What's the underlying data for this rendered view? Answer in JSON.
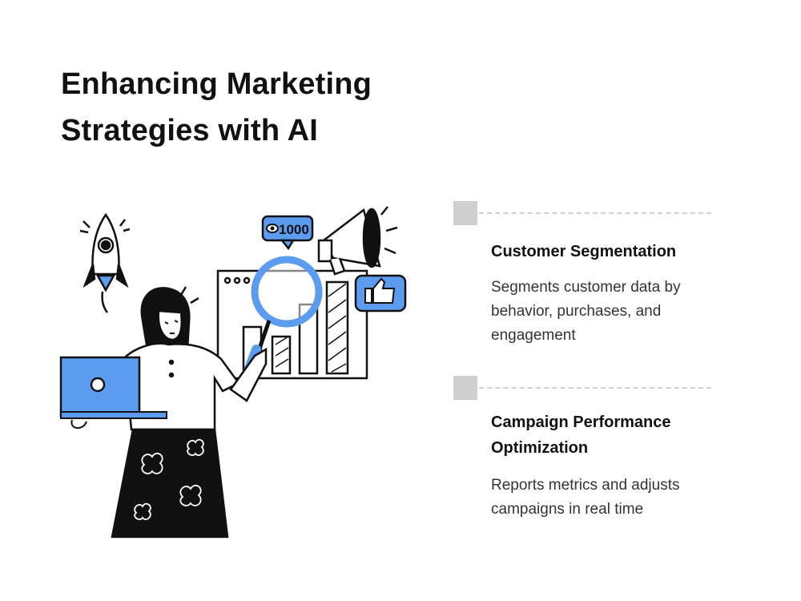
{
  "title_line1": "Enhancing Marketing",
  "title_line2": "Strategies with AI",
  "illustration": {
    "badge_count": "1000",
    "accent_color": "#5b9cf0",
    "icons": [
      "rocket-icon",
      "eye-icon",
      "magnifier-icon",
      "megaphone-icon",
      "thumbs-up-icon",
      "laptop-icon",
      "bar-chart-icon"
    ]
  },
  "features": [
    {
      "title": "Customer Segmentation",
      "description_lines": [
        "Segments customer data by",
        "behavior, purchases, and",
        "engagement"
      ]
    },
    {
      "title_lines": [
        "Campaign Performance",
        "Optimization"
      ],
      "description_lines": [
        "Reports metrics and adjusts",
        "campaigns in real time"
      ]
    }
  ],
  "colors": {
    "text": "#111111",
    "muted": "#333333",
    "marker": "#cfcfcf",
    "accent": "#5b9cf0"
  }
}
